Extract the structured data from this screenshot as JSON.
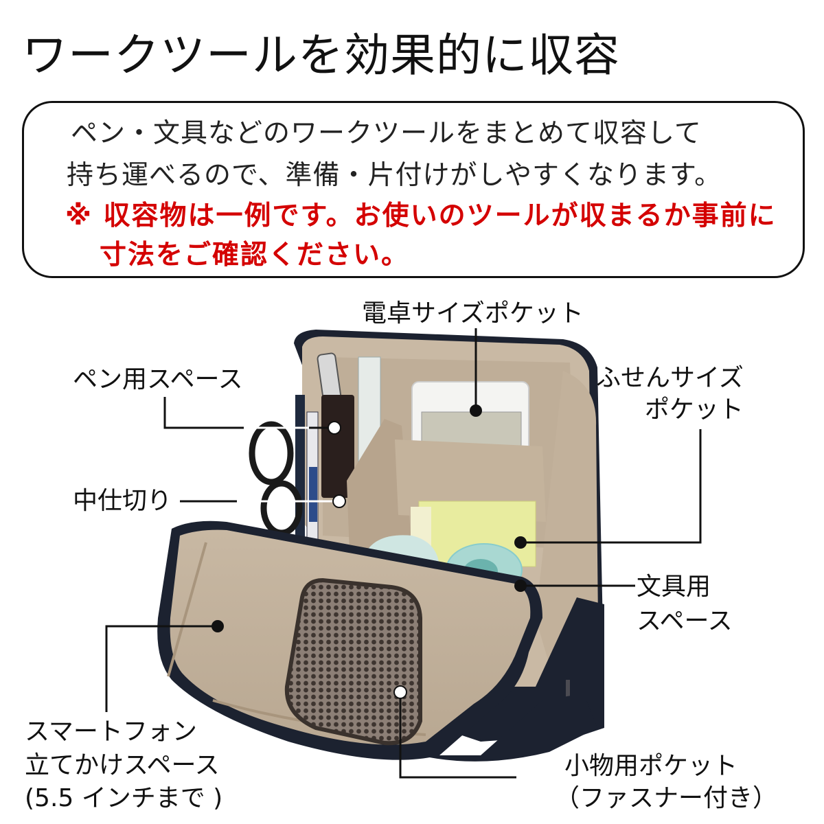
{
  "header": {
    "title": "ワークツールを効果的に収容"
  },
  "info_box": {
    "line1": "ペン・文具などのワークツールをまとめて収容して",
    "line2": "持ち運べるので、準備・片付けがしやすくなります。",
    "note_line1": "※ 収容物は一例です。お使いのツールが収まるか事前に",
    "note_line2": "寸法をご確認ください。",
    "note_color": "#d40000"
  },
  "callouts": {
    "calculator_pocket": {
      "line1": "電卓サイズポケット"
    },
    "pen_space": {
      "line1": "ペン用スペース"
    },
    "sticky_note_pocket": {
      "line1": "ふせんサイズ",
      "line2": "ポケット"
    },
    "divider": {
      "line1": "中仕切り"
    },
    "stationery_space": {
      "line1": "文具用",
      "line2": "スペース"
    },
    "smartphone_stand": {
      "line1": "スマートフォン",
      "line2": "立てかけスペース",
      "line3": "(5.5 インチまで )"
    },
    "small_items_pocket": {
      "line1": "小物用ポケット",
      "line2": "（ファスナー付き）"
    }
  },
  "colors": {
    "lining_beige": "#c9b9a4",
    "lining_beige_dark": "#a8957d",
    "shell_navy": "#1c2230",
    "mesh_brown": "#5e524b",
    "calculator_white": "#f4f4f2",
    "lcd_gray": "#c9c7b8",
    "sticky_yellow": "#e8ec9f",
    "tape_mint": "#a9d8d2"
  }
}
